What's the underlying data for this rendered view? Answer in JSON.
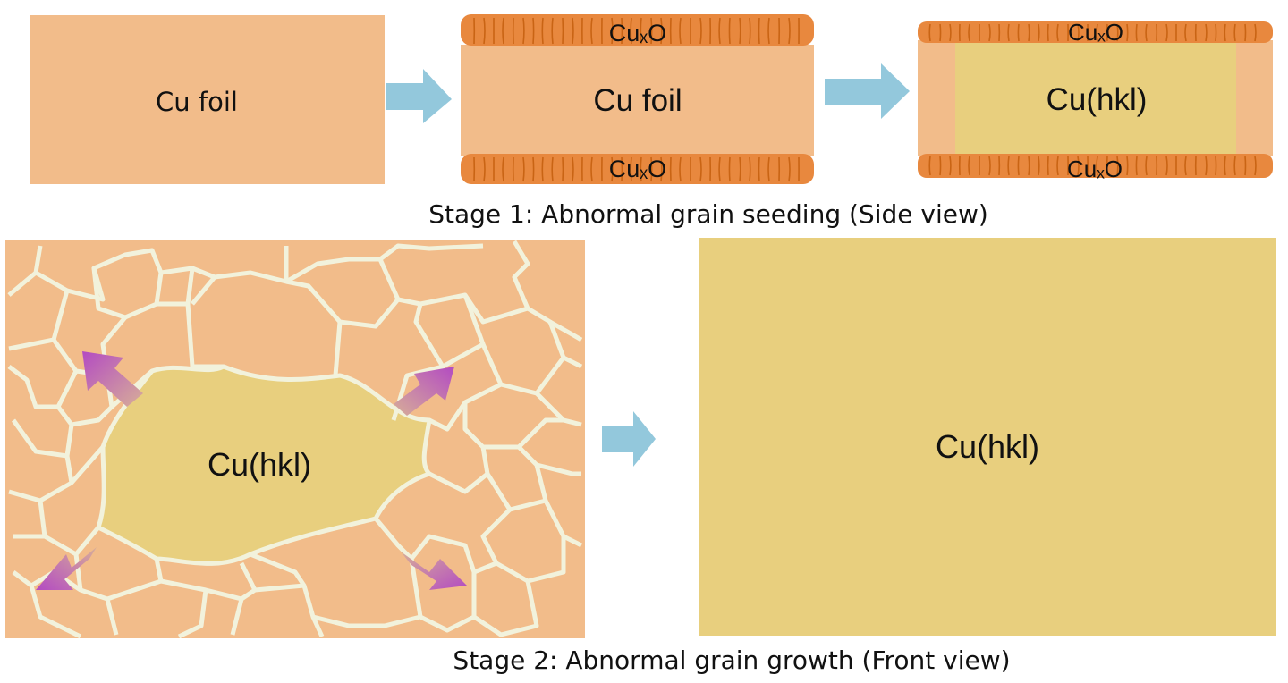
{
  "stage1": {
    "caption": "Stage 1: Abnormal grain seeding (Side view)",
    "panel1": {
      "label": "Cu foil"
    },
    "panel2": {
      "label": "Cu foil",
      "oxide_top": "CuₓO",
      "oxide_bottom": "CuₓO"
    },
    "panel3": {
      "label": "Cu(hkl)",
      "oxide_top": "CuₓO",
      "oxide_bottom": "CuₓO"
    }
  },
  "stage2": {
    "caption": "Stage 2: Abnormal grain growth (Front view)",
    "panel_left": {
      "label": "Cu(hkl)"
    },
    "panel_right": {
      "label": "Cu(hkl)"
    }
  },
  "colors": {
    "cu_foil": "#F2BC8A",
    "oxide": "#E8883E",
    "oxide_line": "#C96414",
    "single_crystal": "#E8CF7E",
    "grain_boundary": "#F2F2DC",
    "process_arrow": "#93C8DC",
    "growth_arrow": "#B24FC0"
  }
}
